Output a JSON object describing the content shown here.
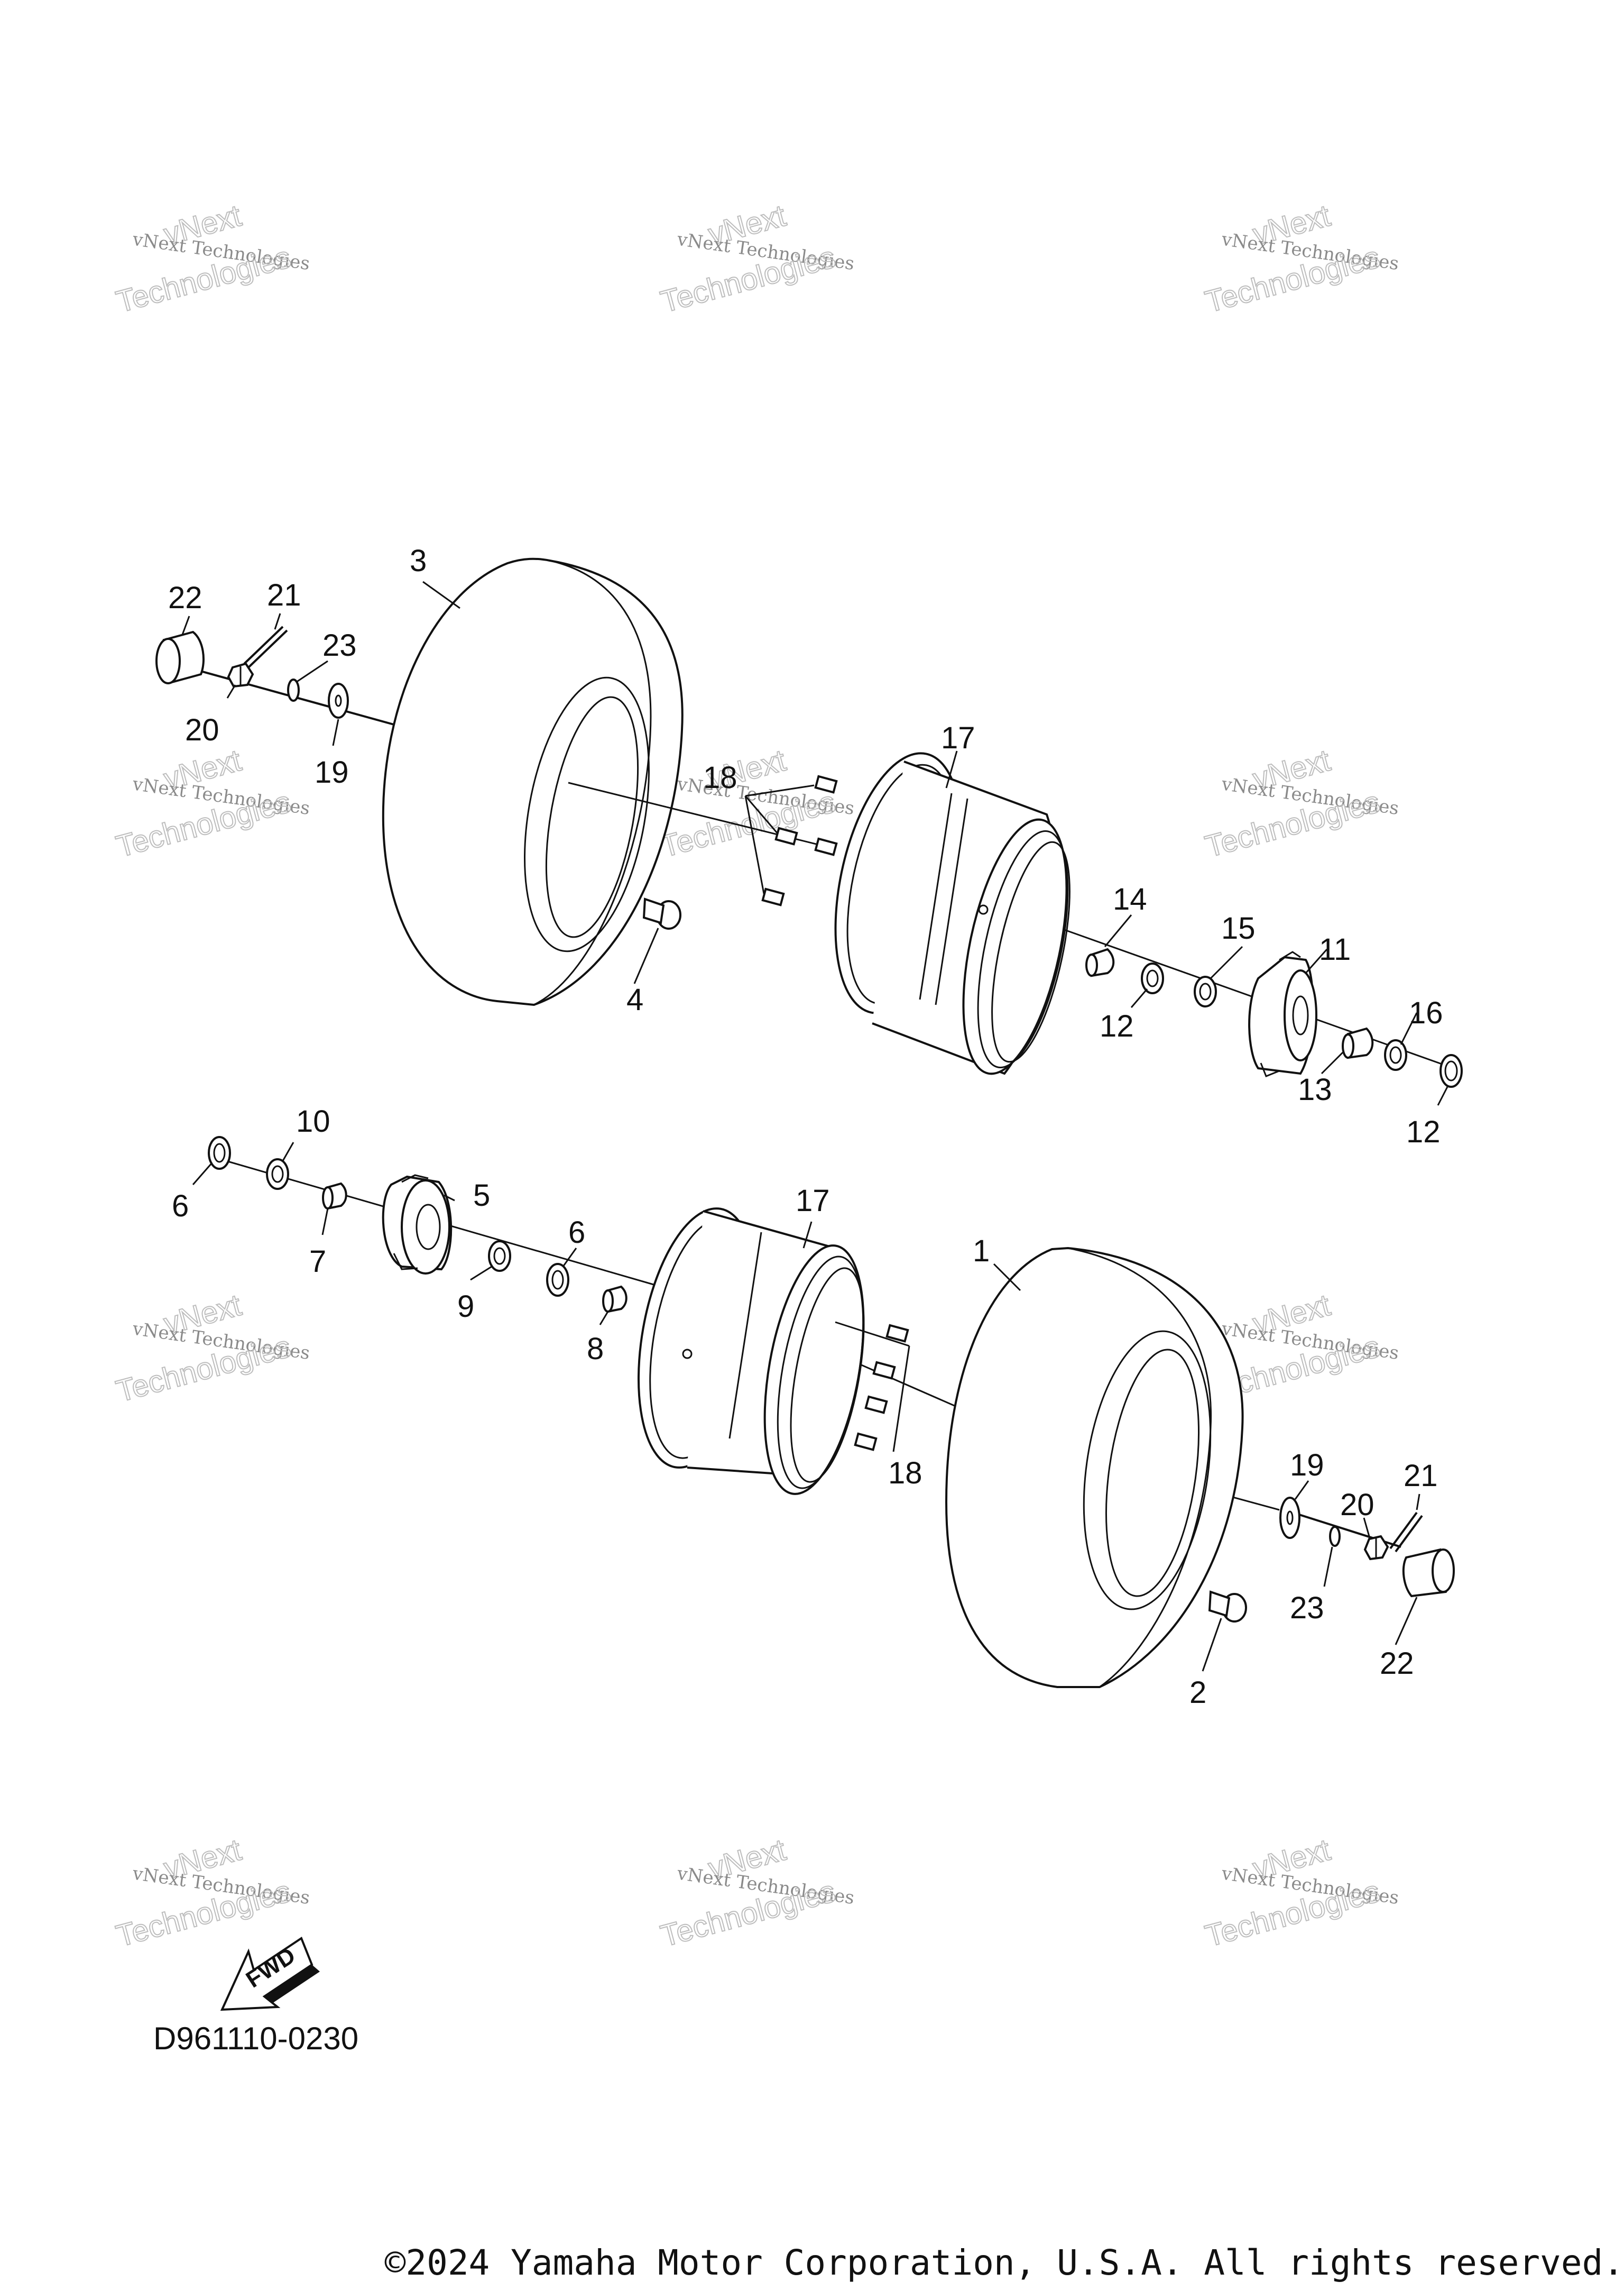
{
  "diagram": {
    "part_code": "D961110-0230",
    "copyright": "©2024 Yamaha Motor Corporation, U.S.A. All rights reserved.",
    "fwd_label": "FWD",
    "watermark": {
      "line1": "vNext Technologies",
      "line2": "vNext",
      "line3": "Technologies"
    },
    "callouts": {
      "c1": "1",
      "c2": "2",
      "c3": "3",
      "c4": "4",
      "c5": "5",
      "c6a": "6",
      "c6b": "6",
      "c7": "7",
      "c8": "8",
      "c9": "9",
      "c10": "10",
      "c11": "11",
      "c12a": "12",
      "c12b": "12",
      "c13": "13",
      "c14": "14",
      "c15": "15",
      "c16": "16",
      "c17a": "17",
      "c17b": "17",
      "c18a": "18",
      "c18b": "18",
      "c19a": "19",
      "c19b": "19",
      "c20a": "20",
      "c20b": "20",
      "c21a": "21",
      "c21b": "21",
      "c22a": "22",
      "c22b": "22",
      "c23a": "23",
      "c23b": "23"
    }
  }
}
